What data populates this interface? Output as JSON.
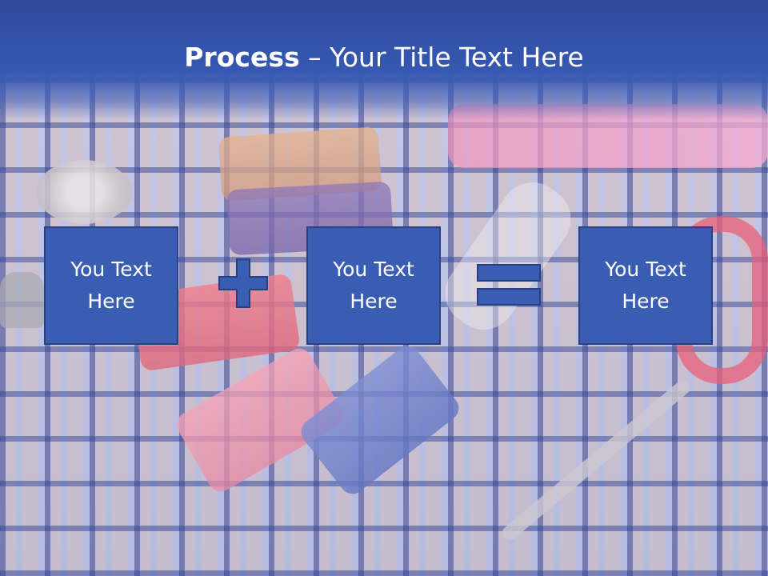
{
  "title": {
    "bold": "Process",
    "rest": " – Your Title Text Here"
  },
  "boxes": [
    {
      "text": "You Text\nHere"
    },
    {
      "text": "You Text\nHere"
    },
    {
      "text": "You Text\nHere"
    }
  ],
  "operators": {
    "plus_icon": "plus-icon",
    "equals_icon": "equals-icon"
  },
  "colors": {
    "title_bar": "#3658b2",
    "box_fill": "#3a5db4",
    "box_border": "#2a3f7d",
    "text": "#ffffff"
  }
}
